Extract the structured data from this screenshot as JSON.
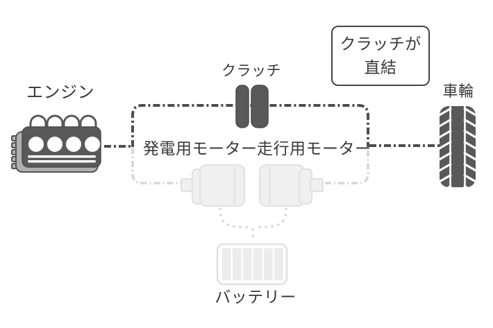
{
  "diagram": {
    "title_context": "series-parallel hybrid powertrain diagram",
    "labels": {
      "engine": "エンジン",
      "clutch": "クラッチ",
      "wheel": "車輪",
      "generator_motor": "発電用モーター",
      "drive_motor": "走行用モーター",
      "battery": "バッテリー"
    },
    "callout": {
      "line1": "クラッチが",
      "line2": "直結"
    },
    "colors": {
      "background": "#ffffff",
      "active_line": "#4d4d4d",
      "icon_dark": "#595959",
      "engine_back": "#b0b0b0",
      "inactive_fill": "#f0f0f0",
      "inactive_border": "#e2e2e2",
      "inactive_line": "#d6d6d6",
      "text": "#383838",
      "callout_border": "#454545"
    },
    "state": {
      "active_path": "engine-clutch-wheel",
      "inactive_components": [
        "generator_motor",
        "drive_motor",
        "battery"
      ]
    }
  }
}
